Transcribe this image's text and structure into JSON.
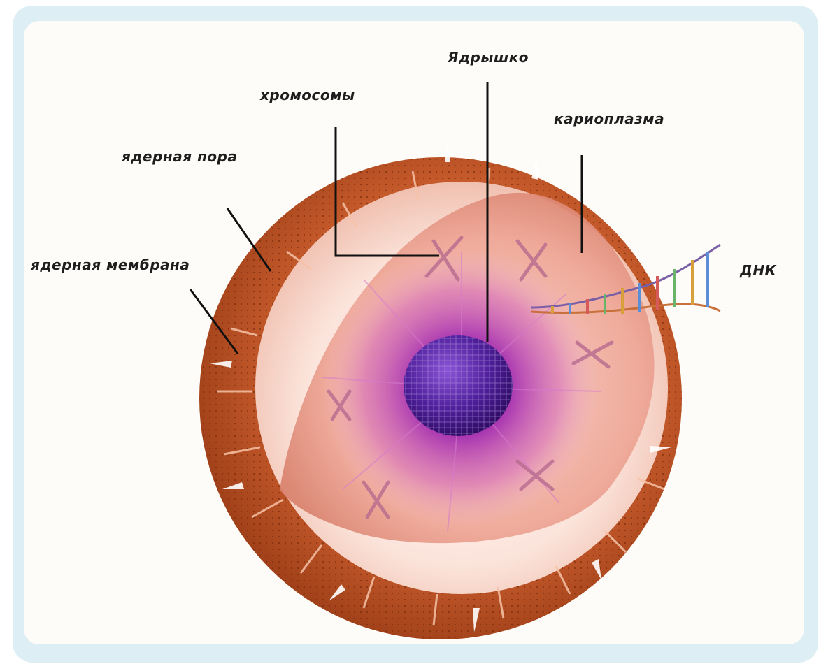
{
  "diagram": {
    "labels": {
      "nucleolus": "Ядрышко",
      "chromosomes": "хромосомы",
      "karyoplasm": "кариоплазма",
      "nuclear_pore": "ядерная пора",
      "nuclear_membrane": "ядерная мембрана",
      "dna": "ДНК"
    },
    "colors": {
      "membrane": "#c85a2a",
      "membrane_dark": "#8e3514",
      "karyoplasm": "#f1b6a8",
      "nucleolus": "#4b1a8a",
      "halo": "#c23fa5",
      "frame": "#ddeef4"
    }
  }
}
